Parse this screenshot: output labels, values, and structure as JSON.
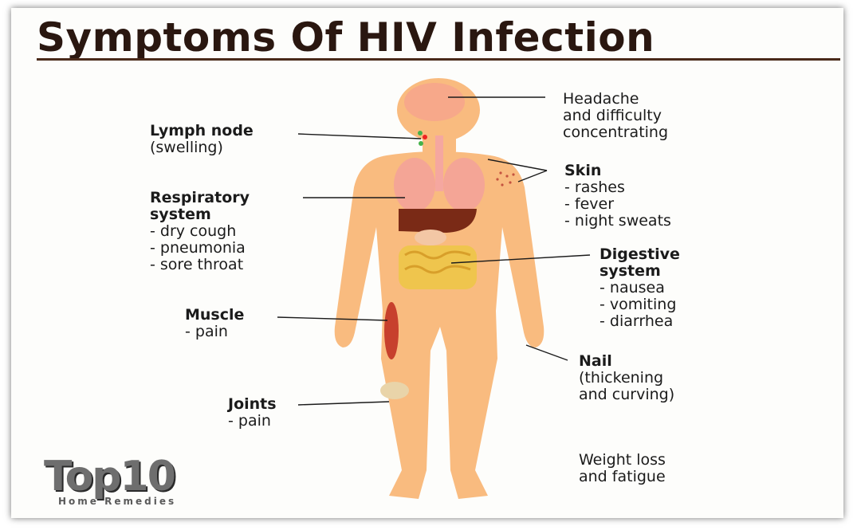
{
  "title": "Symptoms Of HIV Infection",
  "labels": {
    "lymph": {
      "heading": "Lymph node",
      "lines": [
        "(swelling)"
      ]
    },
    "respiratory": {
      "heading": [
        "Respiratory",
        "system"
      ],
      "lines": [
        "- dry cough",
        "- pneumonia",
        "- sore throat"
      ]
    },
    "muscle": {
      "heading": "Muscle",
      "lines": [
        "- pain"
      ]
    },
    "joints": {
      "heading": "Joints",
      "lines": [
        "- pain"
      ]
    },
    "headache": {
      "lines": [
        "Headache",
        "and difficulty",
        "concentrating"
      ]
    },
    "skin": {
      "heading": "Skin",
      "lines": [
        "- rashes",
        "- fever",
        "- night sweats"
      ]
    },
    "digestive": {
      "heading": [
        "Digestive",
        "system"
      ],
      "lines": [
        "- nausea",
        "-  vomiting",
        "- diarrhea"
      ]
    },
    "nail": {
      "heading": "Nail",
      "lines": [
        "(thickening",
        "and curving)"
      ]
    },
    "weight": {
      "lines": [
        "Weight loss",
        "and  fatigue"
      ]
    }
  },
  "logo": {
    "word_left": "Top",
    "word_right": "10",
    "subtitle": "Home Remedies"
  },
  "colors": {
    "skin": "#f9bb7f",
    "title": "#2a1710",
    "liver": "#7a2a16",
    "lung": "#f4a596",
    "intestine": "#efc54d",
    "lymph": "#45b24a"
  }
}
